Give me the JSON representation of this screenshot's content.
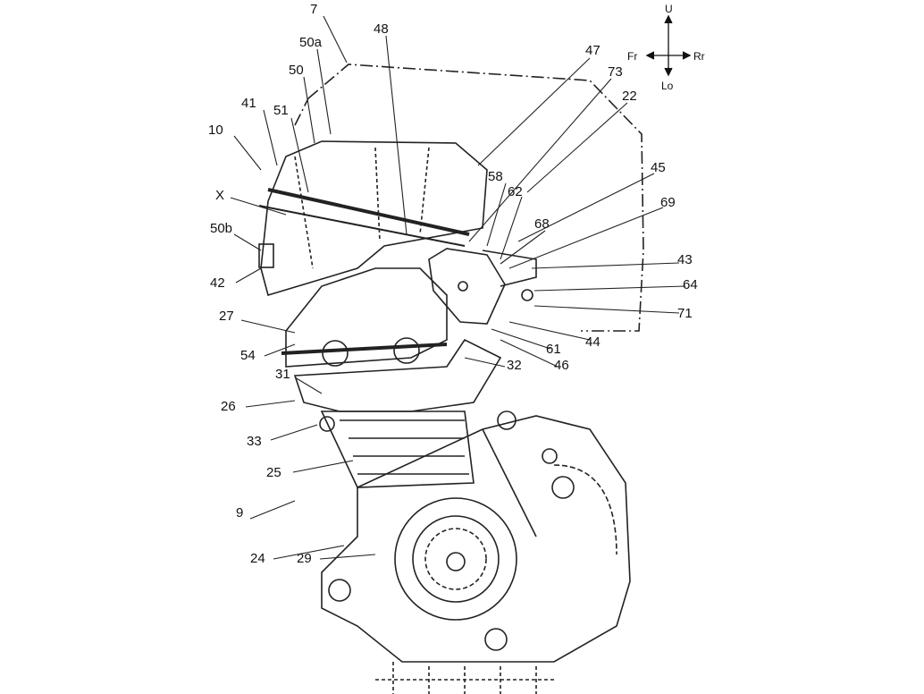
{
  "figure": {
    "compass": {
      "up": "U",
      "front": "Fr",
      "rear": "Rr",
      "down": "Lo"
    },
    "labels": [
      "7",
      "50a",
      "48",
      "47",
      "73",
      "22",
      "50",
      "41",
      "51",
      "10",
      "45",
      "58",
      "62",
      "X",
      "69",
      "68",
      "50b",
      "43",
      "42",
      "64",
      "71",
      "27",
      "44",
      "61",
      "54",
      "31",
      "32",
      "46",
      "26",
      "33",
      "25",
      "9",
      "24",
      "29"
    ]
  }
}
